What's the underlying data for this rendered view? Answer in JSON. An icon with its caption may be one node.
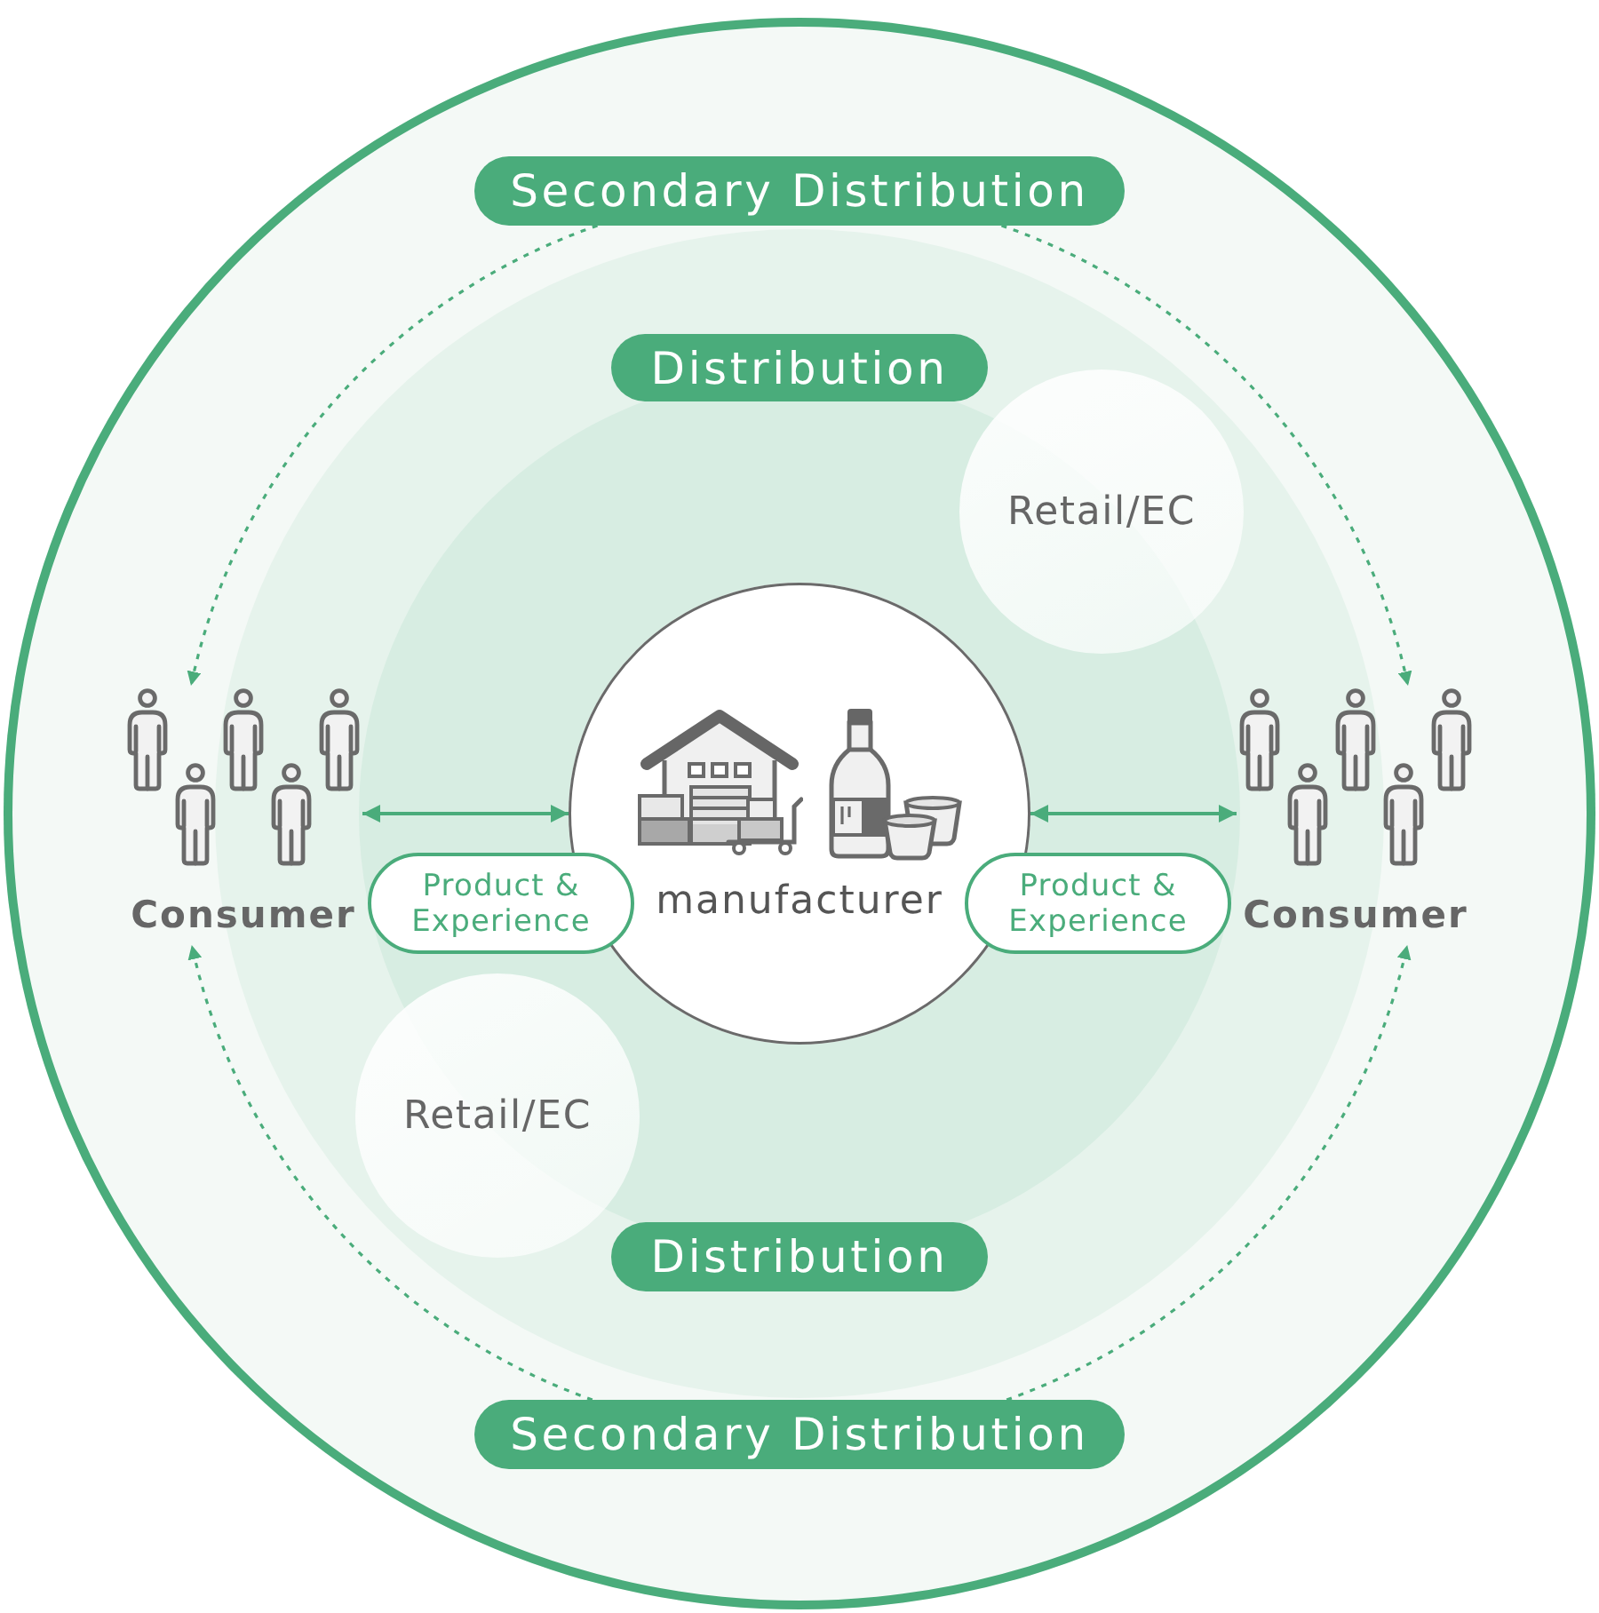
{
  "diagram": {
    "nodes": [
      {
        "text": [],
        "shape": "circle"
      },
      {
        "text": [],
        "shape": "circle",
        "in": 0
      },
      {
        "text": [
          "Secondary Distribution"
        ],
        "in": 0
      },
      {
        "text": [],
        "shape": "circle",
        "in": 1
      },
      {
        "text": [
          "Distribution"
        ],
        "in": 1
      },
      {
        "text": [
          "Retail/EC"
        ],
        "in": 3
      },
      {
        "text": [
          "Consumer"
        ],
        "in": 0
      },
      {
        "text": [
          "Product & Experience"
        ],
        "in": 3
      },
      {
        "text": [
          "manufacturer"
        ],
        "in": 3
      },
      {
        "text": [
          "Product & Experience"
        ],
        "in": 3
      },
      {
        "text": [
          "Consumer"
        ],
        "in": 0
      },
      {
        "text": [
          "Retail/EC"
        ],
        "in": 3
      },
      {
        "text": [
          "Distribution"
        ],
        "in": 1
      },
      {
        "text": [
          "Secondary Distribution"
        ],
        "in": 0
      }
    ],
    "edges": [
      {
        "from": 6,
        "to": 8,
        "arrow": "both"
      },
      {
        "from": 8,
        "to": 10,
        "arrow": "both"
      },
      {
        "from": 2,
        "to": 6,
        "arrow": "to",
        "style": "dashed"
      },
      {
        "from": 2,
        "to": 10,
        "arrow": "to",
        "style": "dashed"
      },
      {
        "from": 13,
        "to": 6,
        "arrow": "to",
        "style": "dashed"
      },
      {
        "from": 13,
        "to": 10,
        "arrow": "to",
        "style": "dashed"
      }
    ]
  }
}
